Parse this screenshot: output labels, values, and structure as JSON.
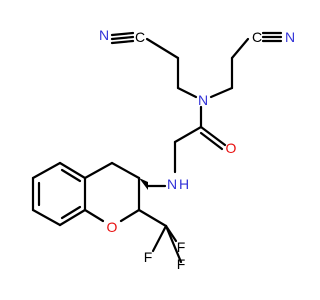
{
  "molecule": {
    "atoms": {
      "n_top": "N",
      "c_top": "C",
      "n_left_nitrile": "N",
      "c_left_nitrile": "C",
      "n_right_nitrile": "N",
      "c_right_nitrile": "C",
      "n_amine": "N",
      "h_amine": "H",
      "o_carbonyl": "O",
      "o_ring": "O",
      "f1": "F",
      "f2": "F",
      "f3": "F"
    }
  },
  "colors": {
    "nitrogen": "#3232d8",
    "oxygen": "#e81010",
    "fluorine": "#000000",
    "carbon": "#000000",
    "bond": "#000000",
    "background": "#ffffff"
  }
}
